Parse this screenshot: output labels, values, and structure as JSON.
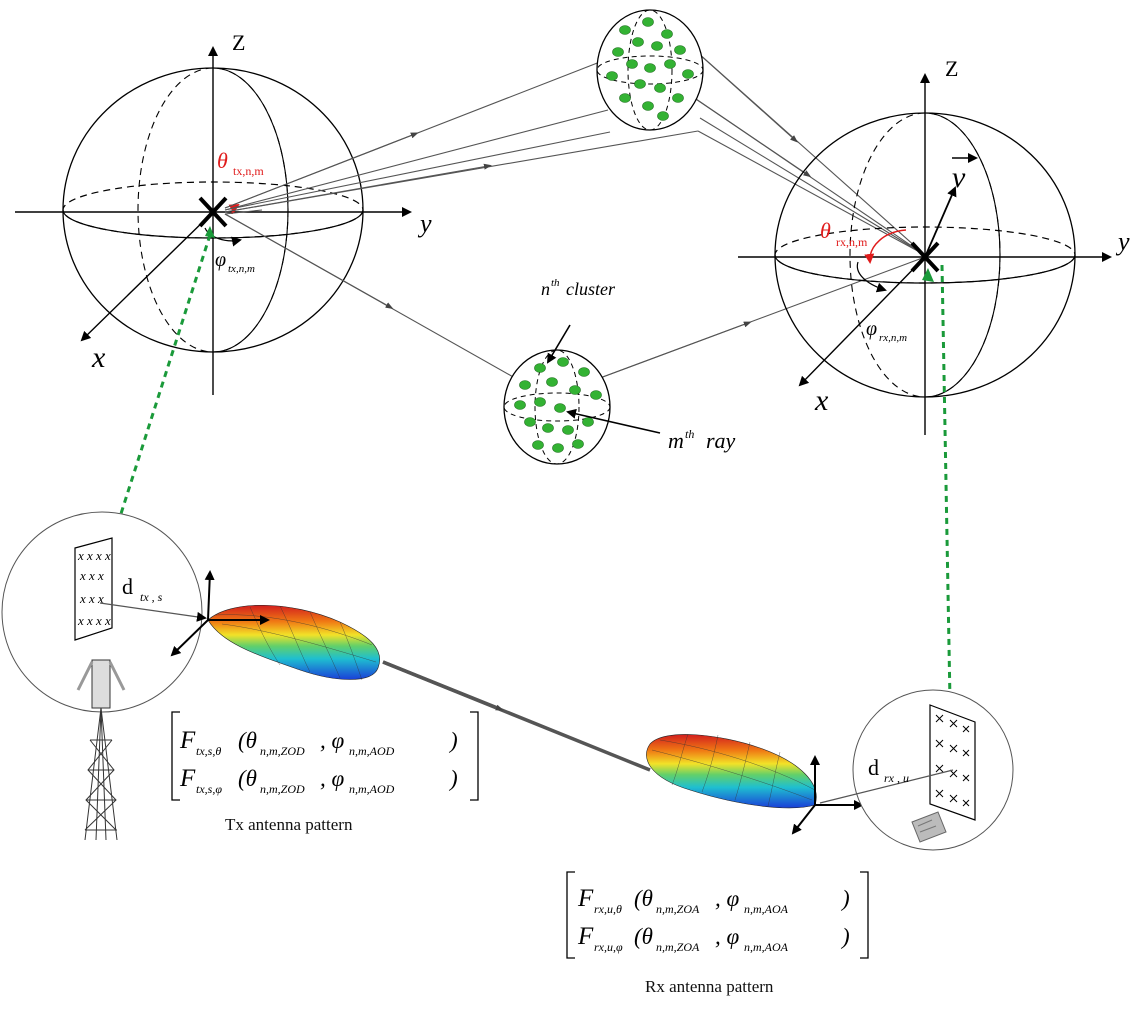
{
  "tx_sphere": {
    "axis_z": "Z",
    "axis_y": "y",
    "axis_x": "x",
    "theta_sym": "θ",
    "theta_sub": "tx,n,m",
    "phi_sym": "φ",
    "phi_sub": "tx,n,m"
  },
  "rx_sphere": {
    "axis_z": "Z",
    "axis_y": "y",
    "axis_x": "x",
    "velocity": "v",
    "theta_sym": "θ",
    "theta_sub": "rx,n,m",
    "phi_sym": "φ",
    "phi_sub": "rx,n,m"
  },
  "cluster": {
    "n_sup_base": "n",
    "n_sup": "th",
    "n_label": "cluster",
    "m_sup_base": "m",
    "m_sup": "th",
    "m_label": "ray"
  },
  "tx_array": {
    "d_label": "d",
    "d_sub": "tx , s",
    "row1": "x x x x",
    "row2": "x x x",
    "row3": "x x x",
    "row4": "x x x x"
  },
  "rx_array": {
    "d_label": "d",
    "d_sub": "rx , u"
  },
  "tx_pattern": {
    "row1_F": "F",
    "row1_sub": "tx,s,θ",
    "row1_args": "(θ",
    "row1_a1": "n,m,ZOD",
    "row1_mid": ", φ",
    "row1_a2": "n,m,AOD",
    "row1_end": ")",
    "row2_F": "F",
    "row2_sub": "tx,s,φ",
    "row2_args": "(θ",
    "row2_a1": "n,m,ZOD",
    "row2_mid": ", φ",
    "row2_a2": "n,m,AOD",
    "row2_end": ")",
    "caption": "Tx antenna pattern"
  },
  "rx_pattern": {
    "row1_F": "F",
    "row1_sub": "rx,u,θ",
    "row1_args": "(θ",
    "row1_a1": "n,m,ZOA",
    "row1_mid": ", φ",
    "row1_a2": "n,m,AOA",
    "row1_end": ")",
    "row2_F": "F",
    "row2_sub": "rx,u,φ",
    "row2_args": "(θ",
    "row2_a1": "n,m,ZOA",
    "row2_mid": ", φ",
    "row2_a2": "n,m,AOA",
    "row2_end": ")",
    "caption": "Rx antenna pattern"
  },
  "colors": {
    "angle_red": "#e01b1b",
    "link_green": "#1a9a3a",
    "scatterer_green": "#33b233"
  }
}
